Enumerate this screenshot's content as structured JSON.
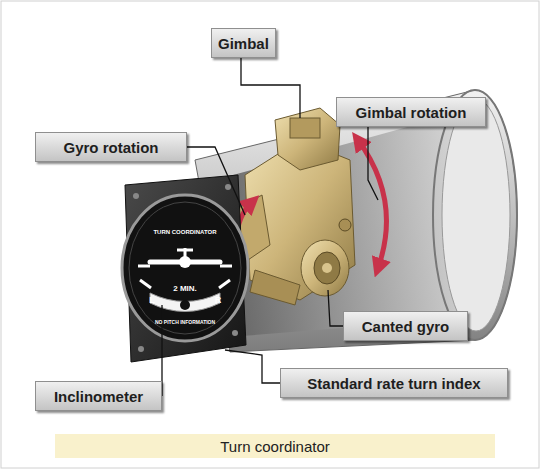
{
  "diagram": {
    "caption": "Turn coordinator",
    "nodes": [
      {
        "text": [
          "Gimbal"
        ]
      },
      {
        "text": [
          "Gimbal rotation"
        ]
      },
      {
        "text": [
          "Gyro rotation"
        ]
      },
      {
        "text": [
          "Canted gyro"
        ]
      },
      {
        "text": [
          "Standard rate turn index"
        ]
      },
      {
        "text": [
          "Inclinometer"
        ]
      }
    ],
    "labels": [
      "TURN COORDINATOR",
      "L",
      "2 MIN.",
      "R",
      "NO PITCH INFORMATION"
    ]
  }
}
